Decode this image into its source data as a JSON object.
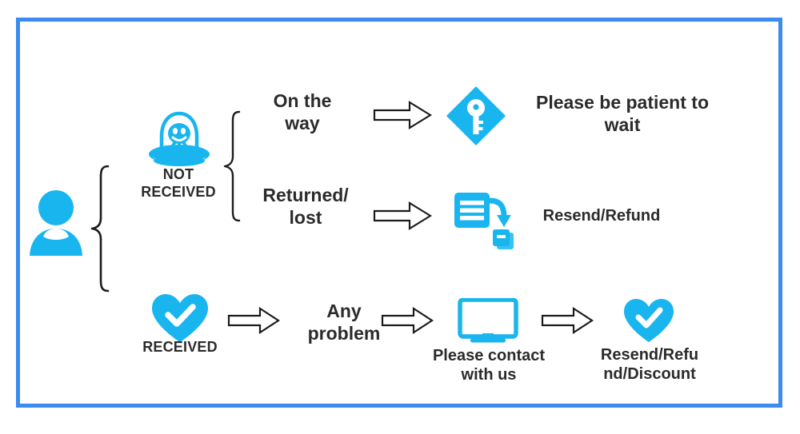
{
  "diagram": {
    "title": "Order status customer-service flow",
    "frame_color": "#3b8bf0",
    "accent_color": "#19b5ef",
    "text_color": "#2b2b2b",
    "arrow_stroke": "#1c1c1c",
    "arrow_fill": "#ffffff"
  },
  "nodes": {
    "customer": {
      "icon": "person-icon",
      "label": ""
    },
    "not_received": {
      "icon": "ufo-icon",
      "label": "NOT\nRECEIVED"
    },
    "received": {
      "icon": "heart-check-icon",
      "label": "RECEIVED"
    },
    "on_the_way": {
      "label": "On the\nway"
    },
    "returned_lost": {
      "label": "Returned/\nlost"
    },
    "any_problem": {
      "label": "Any\nproblem"
    },
    "be_patient": {
      "icon": "key-diamond-icon",
      "label": "Please be patient to\nwait"
    },
    "resend_refund": {
      "icon": "document-refund-icon",
      "label": "Resend/Refund"
    },
    "contact_us": {
      "icon": "monitor-icon",
      "label": "Please contact\nwith us"
    },
    "resend_refund_discount": {
      "icon": "heart-check-icon",
      "label": "Resend/Refu\nnd/Discount"
    }
  },
  "connectors": {
    "brace_customer": "curly-brace-left",
    "brace_not_received": "curly-brace-left",
    "arrow_on_the_way": "block-arrow-right",
    "arrow_returned_lost": "block-arrow-right",
    "arrow_received": "block-arrow-right",
    "arrow_any_problem": "block-arrow-right",
    "arrow_contact": "block-arrow-right"
  }
}
